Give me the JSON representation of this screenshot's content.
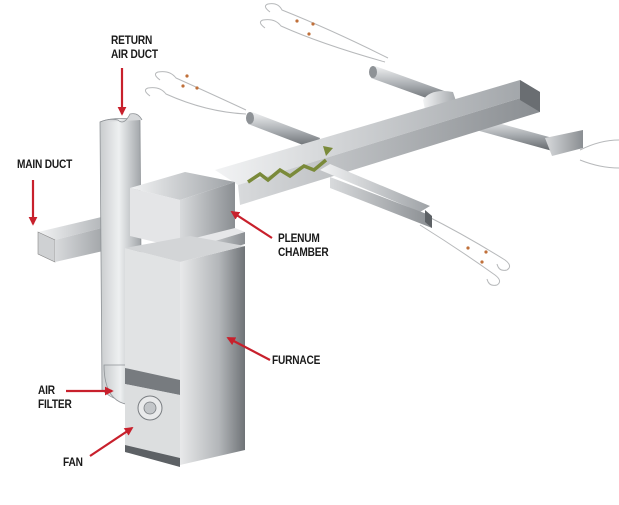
{
  "title": "Forced-air furnace system",
  "labels": {
    "return_air_duct": [
      "RETURN",
      "AIR DUCT"
    ],
    "main_duct": "MAIN DUCT",
    "plenum_chamber": [
      "PLENUM",
      "CHAMBER"
    ],
    "furnace": "FURNACE",
    "air_filter": [
      "AIR",
      "FILTER"
    ],
    "fan": "FAN"
  },
  "colors": {
    "arrow": "#c8202c",
    "airflow": "#7a8a3a",
    "metal_light": "#e6e7e9",
    "metal_mid": "#b9bcc0",
    "metal_dark": "#6e7276"
  }
}
